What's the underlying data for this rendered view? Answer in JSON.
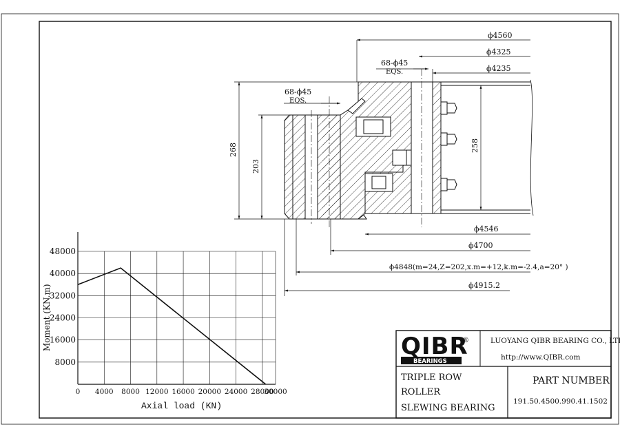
{
  "dims": {
    "d4560": "ϕ4560",
    "d4325": "ϕ4325",
    "d4235": "ϕ4235",
    "holes_outer": "68-ϕ45",
    "eqs_outer": "EQS.",
    "holes_inner": "68-ϕ45",
    "eqs_inner": "EQS.",
    "h268": "268",
    "h203": "203",
    "h258": "258",
    "d4546": "ϕ4546",
    "d4700": "ϕ4700",
    "d4848": "ϕ4848(m=24,Z=202,x.m=+12,k.m=-2.4,a=20° )",
    "d4915": "ϕ4915.2"
  },
  "chart_data": {
    "type": "line",
    "xlabel": "Axial load (KN)",
    "ylabel": "Moment (KN.m)",
    "xlim": [
      0,
      30000
    ],
    "ylim": [
      0,
      48000
    ],
    "xticks": [
      "0",
      "4000",
      "8000",
      "12000",
      "16000",
      "20000",
      "24000",
      "28000",
      "30000"
    ],
    "xtick_values": [
      0,
      4000,
      8000,
      12000,
      16000,
      20000,
      24000,
      28000,
      30000
    ],
    "yticks": [
      "8000",
      "16000",
      "24000",
      "32000",
      "40000",
      "48000"
    ],
    "ytick_values": [
      8000,
      16000,
      24000,
      32000,
      40000,
      48000
    ],
    "grid": true,
    "series": [
      {
        "x": [
          0,
          6500,
          28500
        ],
        "y": [
          36000,
          42000,
          0
        ]
      }
    ]
  },
  "title_block": {
    "logo_text": "QIBR",
    "logo_reg": "®",
    "logo_sub": "BEARINGS",
    "company": "LUOYANG QIBR BEARING CO., LTD",
    "website": "http://www.QIBR.com",
    "desc_line1": "TRIPLE ROW",
    "desc_line2": "ROLLER",
    "desc_line3": "SLEWING BEARING",
    "part_header": "PART NUMBER",
    "part_number": "191.50.4500.990.41.1502"
  },
  "colors": {
    "line": "#111111",
    "paper": "#ffffff"
  }
}
